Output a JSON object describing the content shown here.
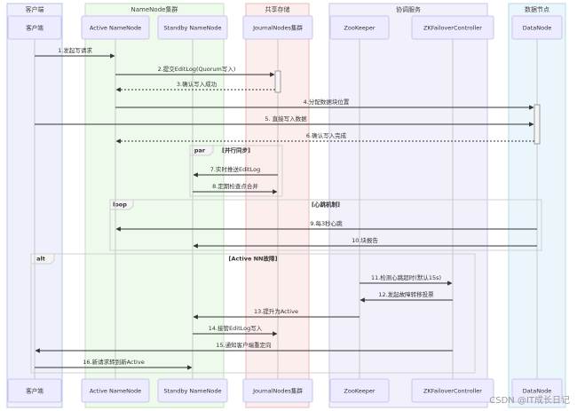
{
  "groups": [
    {
      "id": "client",
      "label": "客户端",
      "fill": "#eef1fc",
      "stroke": "#b9c3ea"
    },
    {
      "id": "namenode",
      "label": "NameNode集群",
      "fill": "#eefbec",
      "stroke": "#bfe1b9"
    },
    {
      "id": "storage",
      "label": "共享存储",
      "fill": "#fdeeee",
      "stroke": "#eab8b8"
    },
    {
      "id": "coord",
      "label": "协调服务",
      "fill": "#f1f0fb",
      "stroke": "#c9c6e8"
    },
    {
      "id": "datanode",
      "label": "数据节点",
      "fill": "#eaf6fb",
      "stroke": "#b8dbe8"
    }
  ],
  "participants": [
    {
      "id": "client",
      "label": "客户端"
    },
    {
      "id": "activenn",
      "label": "Active NameNode"
    },
    {
      "id": "standbynn",
      "label": "Standby NameNode"
    },
    {
      "id": "journal",
      "label": "JournalNodes集群"
    },
    {
      "id": "zk",
      "label": "ZooKeeper"
    },
    {
      "id": "zkfc",
      "label": "ZKFailoverController"
    },
    {
      "id": "datanode",
      "label": "DataNode"
    }
  ],
  "frames": [
    {
      "keyword": "par",
      "label": "[并行同步]"
    },
    {
      "keyword": "loop",
      "label": "[心跳机制]"
    },
    {
      "keyword": "alt",
      "label": "[Active NN故障]"
    }
  ],
  "messages": [
    {
      "from": "client",
      "to": "activenn",
      "label": "1.发起写请求",
      "style": "solid"
    },
    {
      "from": "activenn",
      "to": "journal",
      "label": "2.提交EditLog(Quorum写入)",
      "style": "solid"
    },
    {
      "from": "journal",
      "to": "activenn",
      "label": "3.确认写入成功",
      "style": "dashed"
    },
    {
      "from": "activenn",
      "to": "datanode",
      "label": "4.分配数据块位置",
      "style": "solid"
    },
    {
      "from": "client",
      "to": "datanode",
      "label": "5. 直接写入数据",
      "style": "solid"
    },
    {
      "from": "datanode",
      "to": "activenn",
      "label": "6.确认写入完成",
      "style": "dashed"
    },
    {
      "from": "journal",
      "to": "standbynn",
      "label": "7.实时推送EditLog",
      "style": "solid"
    },
    {
      "from": "standbynn",
      "to": "journal",
      "label": "8.定期检查点合并",
      "style": "solid"
    },
    {
      "from": "datanode",
      "to": "activenn",
      "label": "9.每3秒心跳",
      "style": "solid"
    },
    {
      "from": "datanode",
      "to": "standbynn",
      "label": "10.块报告",
      "style": "solid"
    },
    {
      "from": "zk",
      "to": "zkfc",
      "label": "11.检测心跳超时(默认15s)",
      "style": "solid"
    },
    {
      "from": "zkfc",
      "to": "zk",
      "label": "12.发起故障转移投票",
      "style": "solid"
    },
    {
      "from": "zk",
      "to": "standbynn",
      "label": "13.提升为Active",
      "style": "solid"
    },
    {
      "from": "standbynn",
      "to": "journal",
      "label": "14.接管EditLog写入",
      "style": "solid"
    },
    {
      "from": "zkfc",
      "to": "client",
      "label": "15.通知客户端重定向",
      "style": "solid"
    },
    {
      "from": "client",
      "to": "standbynn",
      "label": "16.新请求转到新Active",
      "style": "solid"
    }
  ],
  "colors": {
    "line": "#333333",
    "lifeline": "#c8c8c8",
    "box_fill": "#ecebff",
    "box_stroke": "#c9c6e8",
    "frame": "#d0d0d0"
  },
  "watermark": "CSDN @IT成长日记"
}
